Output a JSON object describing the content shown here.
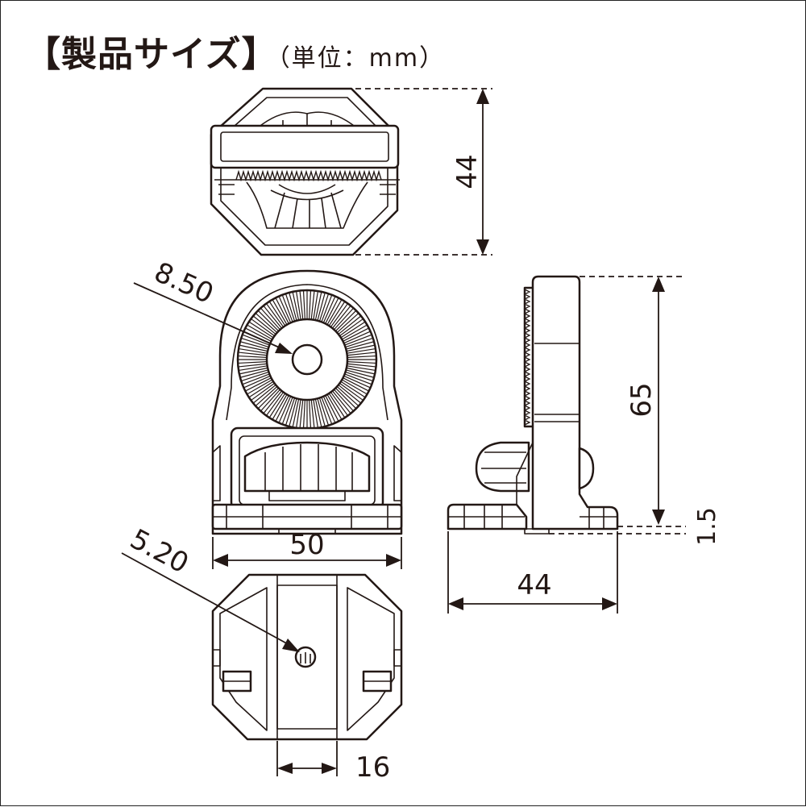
{
  "title": {
    "main": "【製品サイズ】",
    "unit": "（単位：mm）"
  },
  "dimensions": {
    "height_top_view": "44",
    "height_side_view": "65",
    "base_thickness": "1.5",
    "width_front_view": "50",
    "depth_side_view": "44",
    "slot_width": "16",
    "hole_diameter_front": "8.50",
    "hole_diameter_bottom": "5.20"
  },
  "colors": {
    "line": "#231815",
    "background": "#ffffff"
  }
}
